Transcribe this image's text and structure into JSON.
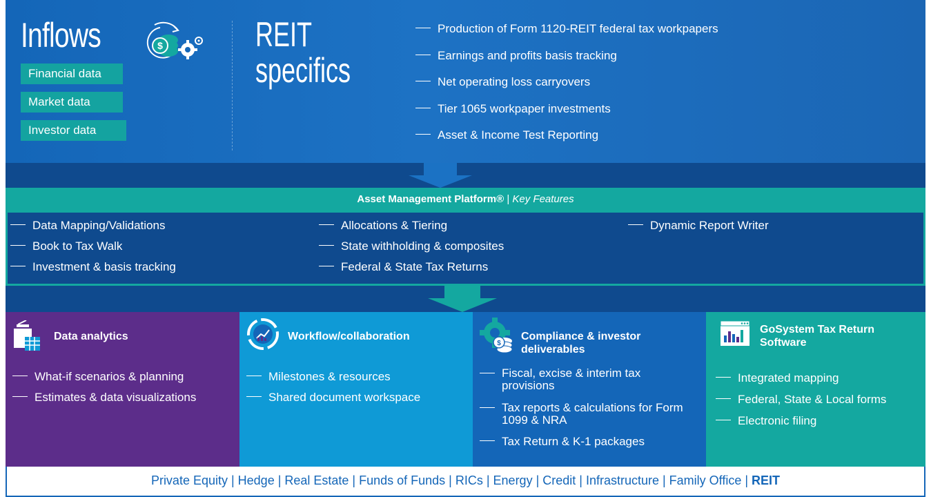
{
  "inflows": {
    "title": "Inflows",
    "tags": [
      "Financial data",
      "Market data",
      "Investor data"
    ]
  },
  "reit": {
    "title_line1": "REIT",
    "title_line2": "specifics",
    "items": [
      "Production of Form 1120-REIT federal tax workpapers",
      "Earnings and profits basis tracking",
      "Net operating loss carryovers",
      "Tier 1065 workpaper investments",
      "Asset & Income Test Reporting"
    ]
  },
  "platform": {
    "title": "Asset Management Platform®",
    "separator": "|",
    "subtitle": "Key Features",
    "col1": [
      "Data Mapping/Validations",
      "Book to Tax Walk",
      "Investment & basis tracking"
    ],
    "col2": [
      "Allocations & Tiering",
      "State withholding & composites",
      "Federal & State Tax Returns"
    ],
    "col3": [
      "Dynamic Report Writer"
    ]
  },
  "boxes": {
    "analytics": {
      "title": "Data analytics",
      "items": [
        "What-if scenarios & planning",
        "Estimates & data visualizations"
      ]
    },
    "workflow": {
      "title": "Workflow/collaboration",
      "items": [
        "Milestones & resources",
        "Shared document workspace"
      ]
    },
    "compliance": {
      "title_line1": "Compliance & investor",
      "title_line2": "deliverables",
      "items": [
        "Fiscal, excise & interim tax provisions",
        "Tax reports & calculations for Form 1099 & NRA",
        "Tax Return & K-1 packages"
      ]
    },
    "gosystem": {
      "title_line1": "GoSystem Tax Return",
      "title_line2": "Software",
      "items": [
        "Integrated mapping",
        "Federal, State & Local forms",
        "Electronic filing"
      ]
    }
  },
  "footer": {
    "items": "Private Equity | Hedge | Real Estate | Funds of Funds | RICs | Energy | Credit | Infrastructure | Family Office | ",
    "highlight": "REIT"
  },
  "colors": {
    "blue": "#1466b8",
    "navy": "#0f4a8e",
    "teal": "#14a8a0",
    "purple": "#5c2d8a",
    "light_blue": "#0f9ad6"
  }
}
